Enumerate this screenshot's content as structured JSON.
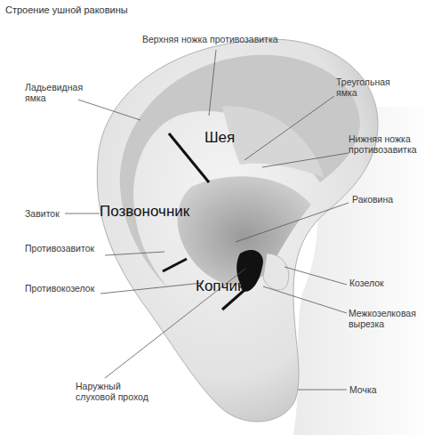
{
  "diagram": {
    "title": "Строение ушной раковины",
    "labels": [
      "Верхняя ножка противозавитка",
      "Треугольная ямка",
      "Ладьевидная ямка",
      "Нижняя ножка противозавитка",
      "Шея",
      "Завиток",
      "Позвоночник",
      "Раковина",
      "Противозавиток",
      "Противокозелок",
      "Копчик",
      "Козелок",
      "Межкозелковая вырезка",
      "Наружный слуховой проход",
      "Мочка"
    ]
  }
}
